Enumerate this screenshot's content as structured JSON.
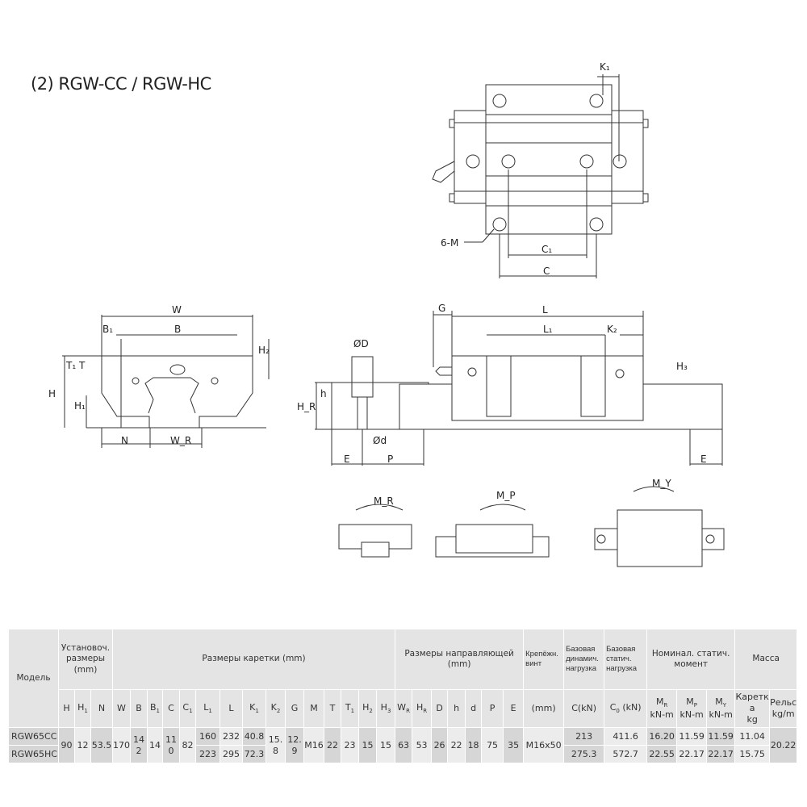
{
  "title": "(2) RGW-CC / RGW-HC",
  "drawing_labels": {
    "top_view": {
      "K1": "K₁",
      "C1": "C₁",
      "C": "C",
      "M": "6-M"
    },
    "front_view": {
      "W": "W",
      "B1": "B₁",
      "B": "B",
      "H2": "H₂",
      "T1": "T₁",
      "T": "T",
      "H": "H",
      "H1": "H₁",
      "N": "N",
      "WR": "W_R"
    },
    "rail_section": {
      "D": "ØD",
      "h": "h",
      "HR": "H_R",
      "d": "Ød",
      "E": "E",
      "P": "P"
    },
    "side_view": {
      "G": "G",
      "L": "L",
      "L1": "L₁",
      "K2": "K₂",
      "H3": "H₃",
      "E": "E"
    },
    "moments": {
      "MR": "M_R",
      "MP": "M_P",
      "MY": "M_Y"
    }
  },
  "table": {
    "group_headers": {
      "model": "Модель",
      "mount": "Установоч. размеры (mm)",
      "block": "Размеры каретки (mm)",
      "rail": "Размеры направляющей (mm)",
      "bolt": "Крепёжн. винт",
      "dyn": "Базовая динамич. нагрузка",
      "stat": "Базовая статич. нагрузка",
      "moment": "Номинал. статич. момент",
      "mass": "Масса"
    },
    "columns": [
      {
        "key": "H",
        "label": "H",
        "sub": ""
      },
      {
        "key": "H1",
        "label": "H",
        "sub": "1"
      },
      {
        "key": "N",
        "label": "N",
        "sub": ""
      },
      {
        "key": "W",
        "label": "W",
        "sub": ""
      },
      {
        "key": "B",
        "label": "B",
        "sub": ""
      },
      {
        "key": "B1",
        "label": "B",
        "sub": "1"
      },
      {
        "key": "C",
        "label": "C",
        "sub": ""
      },
      {
        "key": "C1",
        "label": "C",
        "sub": "1"
      },
      {
        "key": "L1",
        "label": "L",
        "sub": "1"
      },
      {
        "key": "L",
        "label": "L",
        "sub": ""
      },
      {
        "key": "K1",
        "label": "K",
        "sub": "1"
      },
      {
        "key": "K2",
        "label": "K",
        "sub": "2"
      },
      {
        "key": "G",
        "label": "G",
        "sub": ""
      },
      {
        "key": "M",
        "label": "M",
        "sub": ""
      },
      {
        "key": "T",
        "label": "T",
        "sub": ""
      },
      {
        "key": "T1",
        "label": "T",
        "sub": "1"
      },
      {
        "key": "H2",
        "label": "H",
        "sub": "2"
      },
      {
        "key": "H3",
        "label": "H",
        "sub": "3"
      },
      {
        "key": "WR",
        "label": "W",
        "sub": "R"
      },
      {
        "key": "HR",
        "label": "H",
        "sub": "R"
      },
      {
        "key": "D",
        "label": "D",
        "sub": ""
      },
      {
        "key": "h",
        "label": "h",
        "sub": ""
      },
      {
        "key": "d",
        "label": "d",
        "sub": ""
      },
      {
        "key": "P",
        "label": "P",
        "sub": ""
      },
      {
        "key": "E",
        "label": "E",
        "sub": ""
      },
      {
        "key": "bolt",
        "label": "(mm)",
        "sub": ""
      },
      {
        "key": "Cdyn",
        "label": "C(kN)",
        "sub": ""
      },
      {
        "key": "C0",
        "label": "C",
        "sub": "0",
        "suffix": " (kN)"
      },
      {
        "key": "MR",
        "label": "M",
        "sub": "R",
        "unit": "kN-m"
      },
      {
        "key": "MP",
        "label": "M",
        "sub": "P",
        "unit": "kN-m"
      },
      {
        "key": "MY",
        "label": "M",
        "sub": "Y",
        "unit": "kN-m"
      },
      {
        "key": "kar",
        "label": "Каретка",
        "sub": "",
        "unit": "kg"
      },
      {
        "key": "rail",
        "label": "Рельс",
        "sub": "",
        "unit": "kg/m"
      }
    ],
    "shared": {
      "H": "90",
      "H1": "12",
      "N": "53.5",
      "W": "170",
      "B": "142",
      "B1": "14",
      "C": "110",
      "C1": "82",
      "K2": "15.8",
      "G": "12.9",
      "M": "M16",
      "T": "22",
      "T1": "23",
      "H2": "15",
      "H3": "15",
      "WR": "63",
      "HR": "53",
      "D": "26",
      "h": "22",
      "d": "18",
      "P": "75",
      "E": "35",
      "bolt": "M16x50",
      "rail": "20.22"
    },
    "rows": [
      {
        "model": "RGW65CC",
        "L1": "160",
        "L": "232",
        "K1": "40.8",
        "Cdyn": "213",
        "C0": "411.6",
        "MR": "16.20",
        "MP": "11.59",
        "MY": "11.59",
        "kar": "11.04"
      },
      {
        "model": "RGW65HC",
        "L1": "223",
        "L": "295",
        "K1": "72.3",
        "Cdyn": "275.3",
        "C0": "572.7",
        "MR": "22.55",
        "MP": "22.17",
        "MY": "22.17",
        "kar": "15.75"
      }
    ]
  }
}
